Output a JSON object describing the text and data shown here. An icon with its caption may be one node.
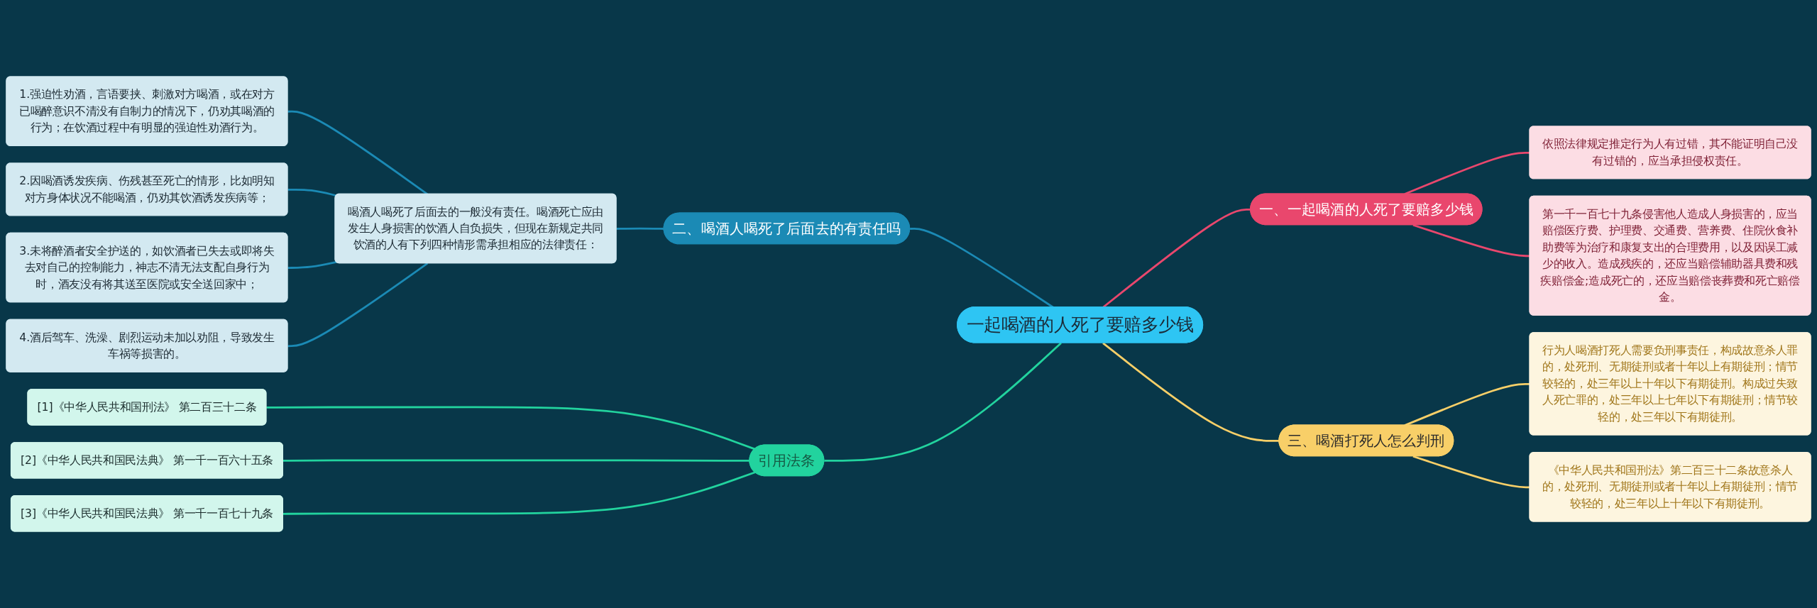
{
  "diagram": {
    "nodes": [
      {
        "text": [
          "一起喝酒的人死了要赔多少钱"
        ]
      },
      {
        "text": [
          "一、一起喝酒的人死了要赔多少钱"
        ]
      },
      {
        "text": [
          "依照法律规定推定行为人有过错，其不能证明自己没有过错的，应当承担侵权责任。"
        ]
      },
      {
        "text": [
          "第一千一百七十九条侵害他人造成人身损害的，应当赔偿医疗费、护理费、交通费、营养费、住院伙食补助费等为治疗和康复支出的合理费用，以及因误工减少的收入。造成残疾的，还应当赔偿辅助器具费和残疾赔偿金;造成死亡的，还应当赔偿丧葬费和死亡赔偿金。"
        ]
      },
      {
        "text": [
          "二、喝酒人喝死了后面去的有责任吗"
        ]
      },
      {
        "text": [
          "喝酒人喝死了后面去的一般没有责任。喝酒死亡应由发生人身损害的饮酒人自负损失，但现在新规定共同饮酒的人有下列四种情形需承担相应的法律责任："
        ]
      },
      {
        "text": [
          "1.强迫性劝酒，言语要挟、刺激对方喝酒，或在对方已喝醉意识不清没有自制力的情况下，仍劝其喝酒的行为；在饮酒过程中有明显的强迫性劝酒行为。"
        ]
      },
      {
        "text": [
          "2.因喝酒诱发疾病、伤残甚至死亡的情形，比如明知对方身体状况不能喝酒，仍劝其饮酒诱发疾病等；"
        ]
      },
      {
        "text": [
          "3.未将醉酒者安全护送的，如饮酒者已失去或即将失去对自己的控制能力，神志不清无法支配自身行为时，酒友没有将其送至医院或安全送回家中；"
        ]
      },
      {
        "text": [
          "4.酒后驾车、洗澡、剧烈运动未加以劝阻，导致发生车祸等损害的。"
        ]
      },
      {
        "text": [
          "三、喝酒打死人怎么判刑"
        ]
      },
      {
        "text": [
          "行为人喝酒打死人需要负刑事责任，构成故意杀人罪的，处死刑、无期徒刑或者十年以上有期徒刑；情节较轻的，处三年以上十年以下有期徒刑。构成过失致人死亡罪的，处三年以上七年以下有期徒刑；情节较轻的，处三年以下有期徒刑。"
        ]
      },
      {
        "text": [
          "《中华人民共和国刑法》第二百三十二条故意杀人的，处死刑、无期徒刑或者十年以上有期徒刑；情节较轻的，处三年以上十年以下有期徒刑。"
        ]
      },
      {
        "text": [
          "引用法条"
        ]
      },
      {
        "text": [
          "[1]《中华人民共和国刑法》 第二百三十二条"
        ]
      },
      {
        "text": [
          "[2]《中华人民共和国民法典》 第一千一百六十五条"
        ]
      },
      {
        "text": [
          "[3]《中华人民共和国民法典》 第一千一百七十九条"
        ]
      }
    ],
    "edges": [
      {
        "from": 0,
        "to": 1,
        "arrow": "none",
        "color": "#e9476d"
      },
      {
        "from": 1,
        "to": 2,
        "arrow": "none",
        "color": "#e9476d"
      },
      {
        "from": 1,
        "to": 3,
        "arrow": "none",
        "color": "#e9476d"
      },
      {
        "from": 4,
        "to": 0,
        "arrow": "none",
        "color": "#1b8ab5"
      },
      {
        "from": 5,
        "to": 4,
        "arrow": "none",
        "color": "#1b8ab5"
      },
      {
        "from": 6,
        "to": 5,
        "arrow": "none",
        "color": "#1b8ab5"
      },
      {
        "from": 7,
        "to": 5,
        "arrow": "none",
        "color": "#1b8ab5"
      },
      {
        "from": 8,
        "to": 5,
        "arrow": "none",
        "color": "#1b8ab5"
      },
      {
        "from": 9,
        "to": 5,
        "arrow": "none",
        "color": "#1b8ab5"
      },
      {
        "from": 0,
        "to": 10,
        "arrow": "none",
        "color": "#f8cf68"
      },
      {
        "from": 10,
        "to": 11,
        "arrow": "none",
        "color": "#f8cf68"
      },
      {
        "from": 10,
        "to": 12,
        "arrow": "none",
        "color": "#f8cf68"
      },
      {
        "from": 13,
        "to": 0,
        "arrow": "none",
        "color": "#22d39e"
      },
      {
        "from": 14,
        "to": 13,
        "arrow": "none",
        "color": "#22d39e"
      },
      {
        "from": 15,
        "to": 13,
        "arrow": "none",
        "color": "#22d39e"
      },
      {
        "from": 16,
        "to": 13,
        "arrow": "none",
        "color": "#22d39e"
      }
    ]
  }
}
